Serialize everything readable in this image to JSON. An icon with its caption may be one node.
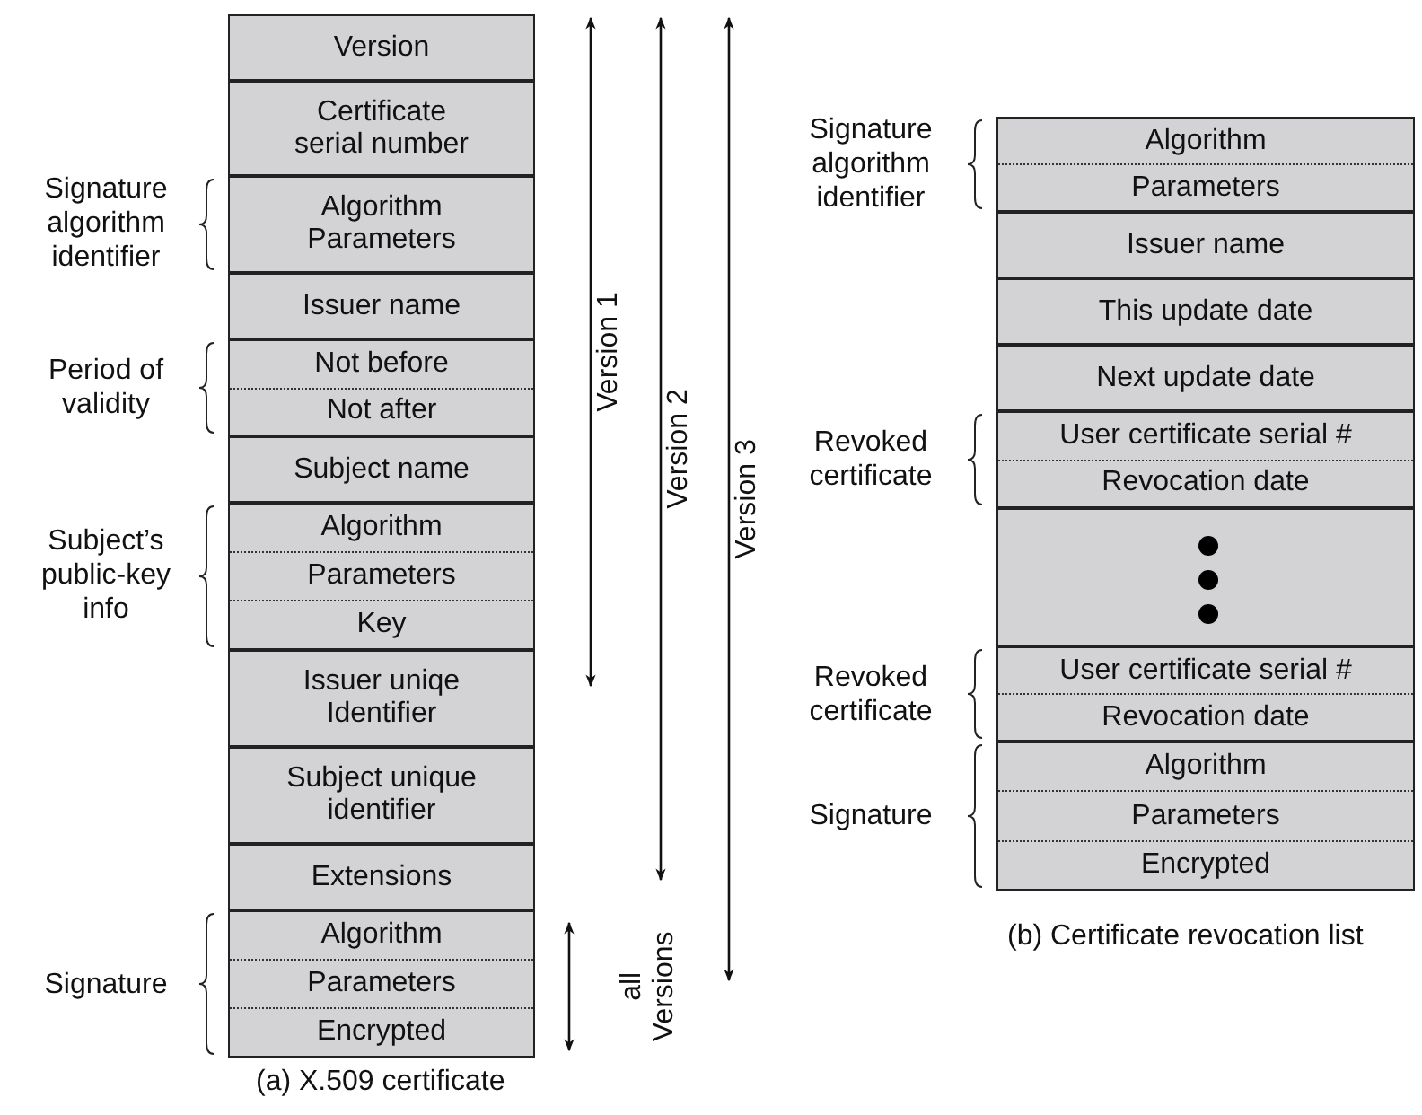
{
  "diagram": {
    "nodes": [
      {
        "text": [
          "Version"
        ]
      },
      {
        "text": [
          "Certificate serial number"
        ]
      },
      {
        "text": [
          "Algorithm Parameters"
        ],
        "beside": [
          "Signature algorithm identifier"
        ]
      },
      {
        "text": [
          "Issuer name"
        ]
      },
      {
        "text": [
          "Not before",
          "Not after"
        ],
        "beside": [
          "Period of validity"
        ]
      },
      {
        "text": [
          "Subject name"
        ]
      },
      {
        "text": [
          "Algorithm",
          "Parameters",
          "Key"
        ],
        "beside": [
          "Subject’s public-key info"
        ]
      },
      {
        "text": [
          "Issuer uniqe Identifier"
        ]
      },
      {
        "text": [
          "Subject unique identifier"
        ]
      },
      {
        "text": [
          "Extensions"
        ]
      },
      {
        "text": [
          "Algorithm",
          "Parameters",
          "Encrypted"
        ],
        "beside": [
          "Signature"
        ]
      },
      {
        "text": [
          "Algorithm",
          "Parameters"
        ],
        "beside": [
          "Signature algorithm identifier"
        ]
      },
      {
        "text": [
          "Issuer name"
        ]
      },
      {
        "text": [
          "This update date"
        ]
      },
      {
        "text": [
          "Next update date"
        ]
      },
      {
        "text": [
          "User certificate serial #",
          "Revocation date"
        ],
        "beside": [
          "Revoked certificate"
        ]
      },
      {
        "text": [],
        "shape": "box"
      },
      {
        "text": [
          "User certificate serial #",
          "Revocation date"
        ],
        "beside": [
          "Revoked certificate"
        ]
      },
      {
        "text": [
          "Algorithm",
          "Parameters",
          "Encrypted"
        ],
        "beside": [
          "Signature"
        ]
      }
    ],
    "edges": [],
    "labels": [
      "Version 1",
      "Version 2",
      "Version 3",
      "all Versions",
      "(a) X.509 certificate",
      "(b) Certificate revocation list"
    ]
  }
}
